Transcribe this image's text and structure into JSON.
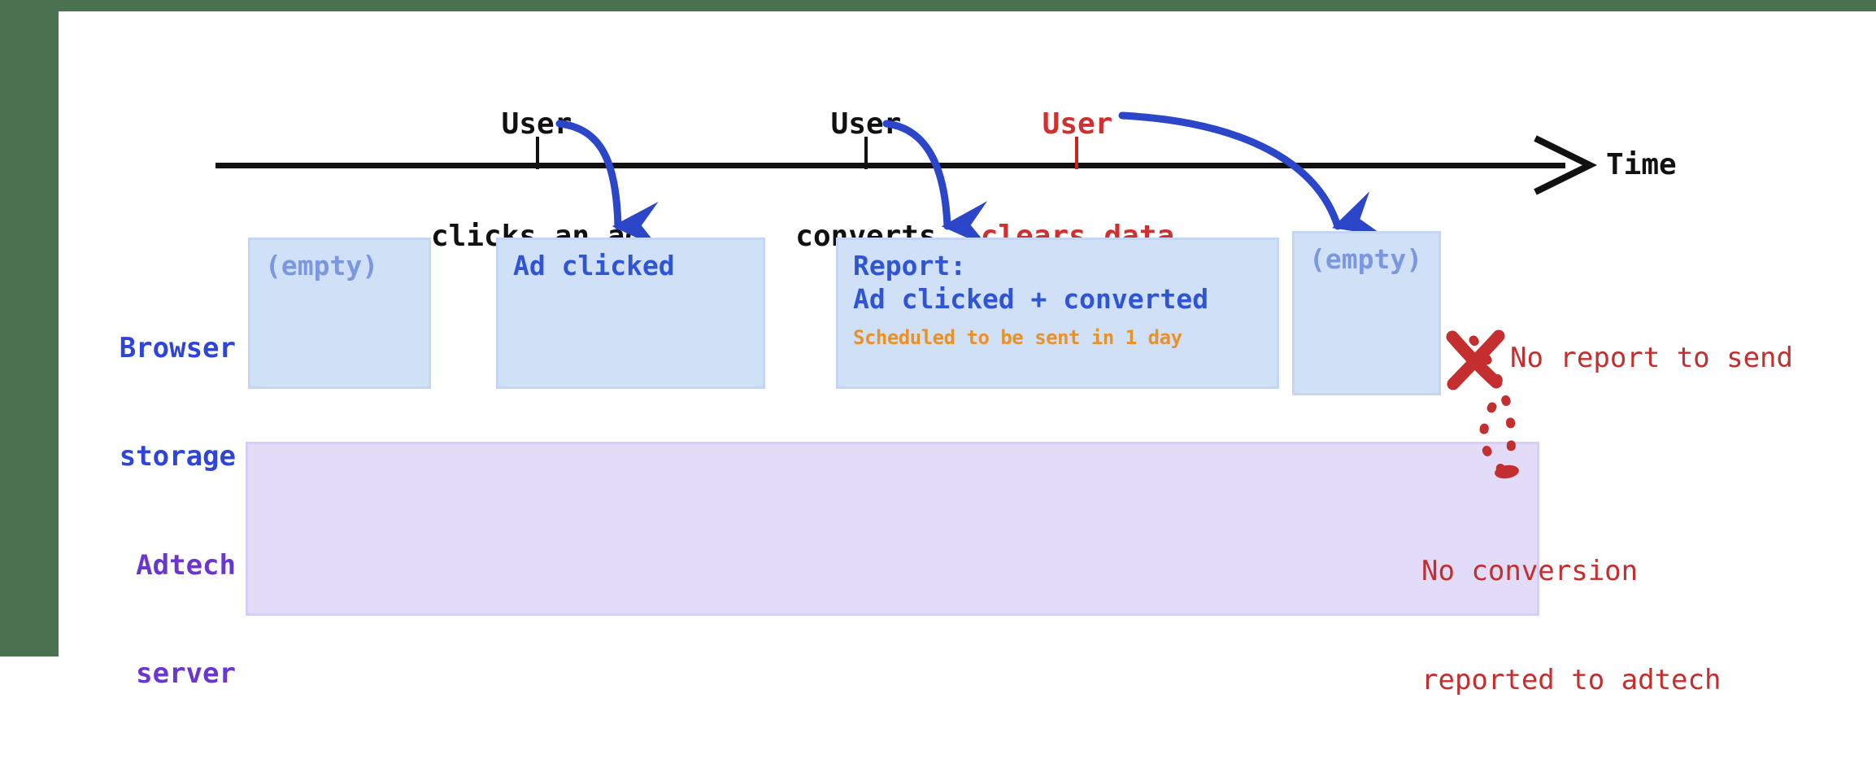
{
  "colors": {
    "green_strip": "#4a7150",
    "timeline": "#111111",
    "event_black": "#111111",
    "event_red": "#cf3030",
    "browser_label": "#2f45d8",
    "adtech_label": "#6b35d0",
    "storage_fill": "#cfe0f7",
    "storage_border": "#c3d7f5",
    "storage_text": "#2f55d4",
    "storage_muted": "#7b97de",
    "note_orange": "#e8922a",
    "adtech_fill": "#e2dcf9",
    "adtech_border": "#d7cef5",
    "annotation_red": "#c42e2e",
    "arrow_blue": "#2b46c8"
  },
  "timeline": {
    "axis_label": "Time",
    "events": [
      {
        "id": "click",
        "line1": "User",
        "line2": "clicks an ad",
        "color": "black"
      },
      {
        "id": "convert",
        "line1": "User",
        "line2": "converts",
        "color": "black"
      },
      {
        "id": "clear",
        "line1": "User",
        "line2": "clears data",
        "color": "red"
      }
    ]
  },
  "rows": {
    "browser": {
      "label_line1": "Browser",
      "label_line2": "storage"
    },
    "adtech": {
      "label_line1": "Adtech",
      "label_line2": "server"
    }
  },
  "storage_boxes": [
    {
      "id": "state-empty-initial",
      "lines": [
        {
          "text": "(empty)",
          "style": "muted"
        }
      ]
    },
    {
      "id": "state-ad-clicked",
      "lines": [
        {
          "text": "Ad clicked",
          "style": "normal"
        }
      ]
    },
    {
      "id": "state-report",
      "lines": [
        {
          "text": "Report:",
          "style": "normal"
        },
        {
          "text": "Ad clicked + converted",
          "style": "normal"
        },
        {
          "text": "Scheduled to be sent in 1 day",
          "style": "note"
        }
      ]
    },
    {
      "id": "state-empty-cleared",
      "lines": [
        {
          "text": "(empty)",
          "style": "muted"
        }
      ]
    }
  ],
  "annotations": {
    "no_report": "No report to send",
    "no_conversion_line1": "No conversion",
    "no_conversion_line2": "reported to adtech"
  }
}
